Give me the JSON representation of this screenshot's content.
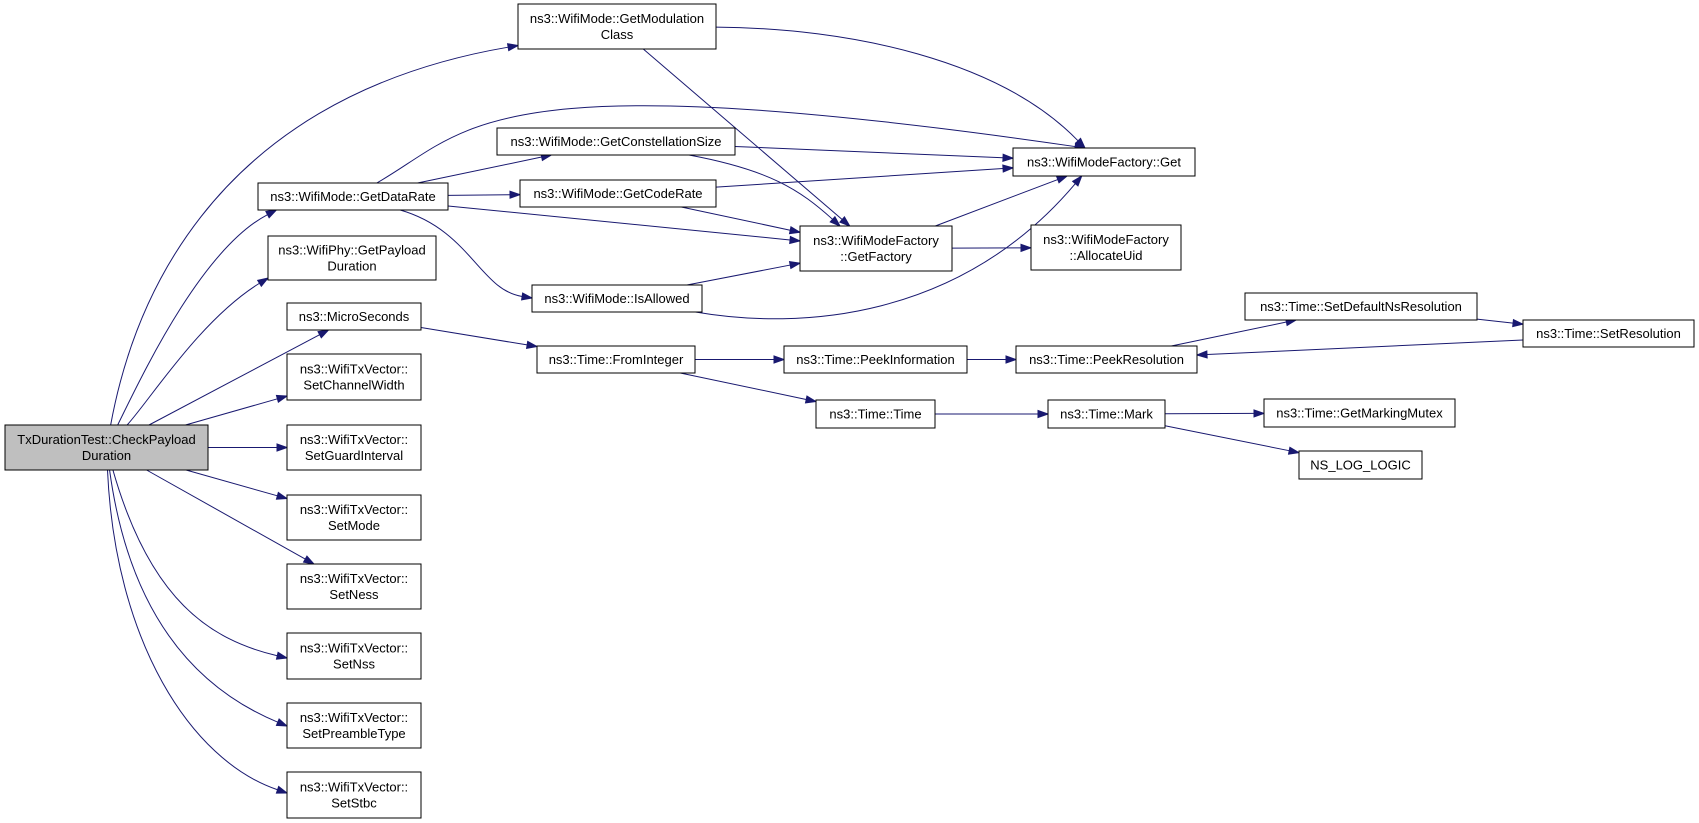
{
  "graph": {
    "root": "n_root",
    "colors": {
      "edge": "#191970",
      "root_fill": "#bfbfbf",
      "node_fill": "#ffffff",
      "border": "#000000"
    },
    "nodes": [
      {
        "id": "n_root",
        "name": "node-txdurationtest-checkpayloadduration",
        "lines": [
          "TxDurationTest::CheckPayload",
          "Duration"
        ]
      },
      {
        "id": "n_getmodclass",
        "name": "node-wifimode-getmodulationclass",
        "lines": [
          "ns3::WifiMode::GetModulation",
          "Class"
        ]
      },
      {
        "id": "n_getconst",
        "name": "node-wifimode-getconstellationsize",
        "lines": [
          "ns3::WifiMode::GetConstellationSize"
        ]
      },
      {
        "id": "n_getdatarate",
        "name": "node-wifimode-getdatarate",
        "lines": [
          "ns3::WifiMode::GetDataRate"
        ]
      },
      {
        "id": "n_getcoderate",
        "name": "node-wifimode-getcoderate",
        "lines": [
          "ns3::WifiMode::GetCodeRate"
        ]
      },
      {
        "id": "n_factoryget",
        "name": "node-wifimodefactory-get",
        "lines": [
          "ns3::WifiModeFactory::Get"
        ]
      },
      {
        "id": "n_getfactory",
        "name": "node-wifimodefactory-getfactory",
        "lines": [
          "ns3::WifiModeFactory",
          "::GetFactory"
        ]
      },
      {
        "id": "n_allocuid",
        "name": "node-wifimodefactory-allocateuid",
        "lines": [
          "ns3::WifiModeFactory",
          "::AllocateUid"
        ]
      },
      {
        "id": "n_getpayload",
        "name": "node-wifiphy-getpayloadduration",
        "lines": [
          "ns3::WifiPhy::GetPayload",
          "Duration"
        ]
      },
      {
        "id": "n_isallowed",
        "name": "node-wifimode-isallowed",
        "lines": [
          "ns3::WifiMode::IsAllowed"
        ]
      },
      {
        "id": "n_micro",
        "name": "node-microseconds",
        "lines": [
          "ns3::MicroSeconds"
        ]
      },
      {
        "id": "n_fromint",
        "name": "node-time-frominteger",
        "lines": [
          "ns3::Time::FromInteger"
        ]
      },
      {
        "id": "n_peekinfo",
        "name": "node-time-peekinformation",
        "lines": [
          "ns3::Time::PeekInformation"
        ]
      },
      {
        "id": "n_peekres",
        "name": "node-time-peekresolution",
        "lines": [
          "ns3::Time::PeekResolution"
        ]
      },
      {
        "id": "n_setdefres",
        "name": "node-time-setdefaultnsresolution",
        "lines": [
          "ns3::Time::SetDefaultNsResolution"
        ]
      },
      {
        "id": "n_setres",
        "name": "node-time-setresolution",
        "lines": [
          "ns3::Time::SetResolution"
        ]
      },
      {
        "id": "n_time",
        "name": "node-time-time",
        "lines": [
          "ns3::Time::Time"
        ]
      },
      {
        "id": "n_mark",
        "name": "node-time-mark",
        "lines": [
          "ns3::Time::Mark"
        ]
      },
      {
        "id": "n_mutex",
        "name": "node-time-getmarkingmutex",
        "lines": [
          "ns3::Time::GetMarkingMutex"
        ]
      },
      {
        "id": "n_log",
        "name": "node-ns-log-logic",
        "lines": [
          "NS_LOG_LOGIC"
        ]
      },
      {
        "id": "n_chanwidth",
        "name": "node-wifitxvector-setchannelwidth",
        "lines": [
          "ns3::WifiTxVector::",
          "SetChannelWidth"
        ]
      },
      {
        "id": "n_guard",
        "name": "node-wifitxvector-setguardinterval",
        "lines": [
          "ns3::WifiTxVector::",
          "SetGuardInterval"
        ]
      },
      {
        "id": "n_setmode",
        "name": "node-wifitxvector-setmode",
        "lines": [
          "ns3::WifiTxVector::",
          "SetMode"
        ]
      },
      {
        "id": "n_setness",
        "name": "node-wifitxvector-setness",
        "lines": [
          "ns3::WifiTxVector::",
          "SetNess"
        ]
      },
      {
        "id": "n_setnss",
        "name": "node-wifitxvector-setnss",
        "lines": [
          "ns3::WifiTxVector::",
          "SetNss"
        ]
      },
      {
        "id": "n_preamble",
        "name": "node-wifitxvector-setpreambletype",
        "lines": [
          "ns3::WifiTxVector::",
          "SetPreambleType"
        ]
      },
      {
        "id": "n_stbc",
        "name": "node-wifitxvector-setstbc",
        "lines": [
          "ns3::WifiTxVector::",
          "SetStbc"
        ]
      }
    ],
    "edges": [
      [
        "n_root",
        "n_getmodclass"
      ],
      [
        "n_root",
        "n_getdatarate"
      ],
      [
        "n_root",
        "n_getpayload"
      ],
      [
        "n_root",
        "n_micro"
      ],
      [
        "n_root",
        "n_chanwidth"
      ],
      [
        "n_root",
        "n_guard"
      ],
      [
        "n_root",
        "n_setmode"
      ],
      [
        "n_root",
        "n_setness"
      ],
      [
        "n_root",
        "n_setnss"
      ],
      [
        "n_root",
        "n_preamble"
      ],
      [
        "n_root",
        "n_stbc"
      ],
      [
        "n_getmodclass",
        "n_factoryget"
      ],
      [
        "n_getmodclass",
        "n_getfactory"
      ],
      [
        "n_getdatarate",
        "n_factoryget"
      ],
      [
        "n_getdatarate",
        "n_getconst"
      ],
      [
        "n_getdatarate",
        "n_getcoderate"
      ],
      [
        "n_getdatarate",
        "n_getfactory"
      ],
      [
        "n_getdatarate",
        "n_isallowed"
      ],
      [
        "n_getconst",
        "n_factoryget"
      ],
      [
        "n_getconst",
        "n_getfactory"
      ],
      [
        "n_getcoderate",
        "n_factoryget"
      ],
      [
        "n_getcoderate",
        "n_getfactory"
      ],
      [
        "n_isallowed",
        "n_getfactory"
      ],
      [
        "n_isallowed",
        "n_factoryget"
      ],
      [
        "n_getfactory",
        "n_factoryget"
      ],
      [
        "n_getfactory",
        "n_allocuid"
      ],
      [
        "n_micro",
        "n_fromint"
      ],
      [
        "n_fromint",
        "n_peekinfo"
      ],
      [
        "n_fromint",
        "n_time"
      ],
      [
        "n_peekinfo",
        "n_peekres"
      ],
      [
        "n_peekres",
        "n_setdefres"
      ],
      [
        "n_setdefres",
        "n_setres"
      ],
      [
        "n_setres",
        "n_peekres"
      ],
      [
        "n_time",
        "n_mark"
      ],
      [
        "n_mark",
        "n_mutex"
      ],
      [
        "n_mark",
        "n_log"
      ]
    ]
  }
}
